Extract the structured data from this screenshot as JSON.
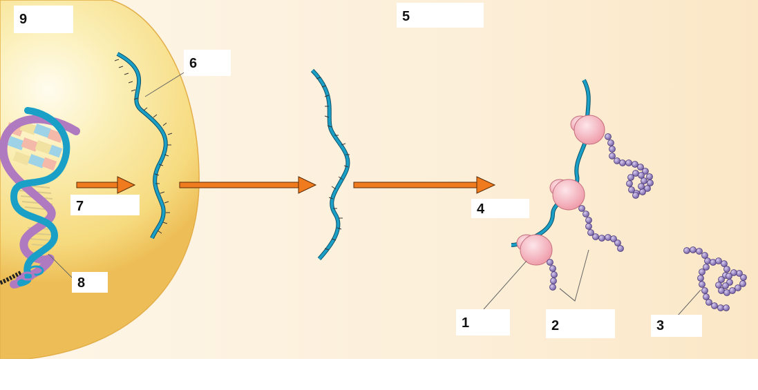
{
  "labels": {
    "l1": "1",
    "l2": "2",
    "l3": "3",
    "l4": "4",
    "l5": "5",
    "l6": "6",
    "l7": "7",
    "l8": "8",
    "l9": "9"
  },
  "colors": {
    "cell": "#F6D676",
    "cytoplasm": "#FBEBD2",
    "strand": "#1A9FC7",
    "arrow": "#F07A1E",
    "ribosome": "#F6B5BF",
    "amino_acid": "#9E8BC6",
    "dna_purple": "#B07AC0"
  }
}
